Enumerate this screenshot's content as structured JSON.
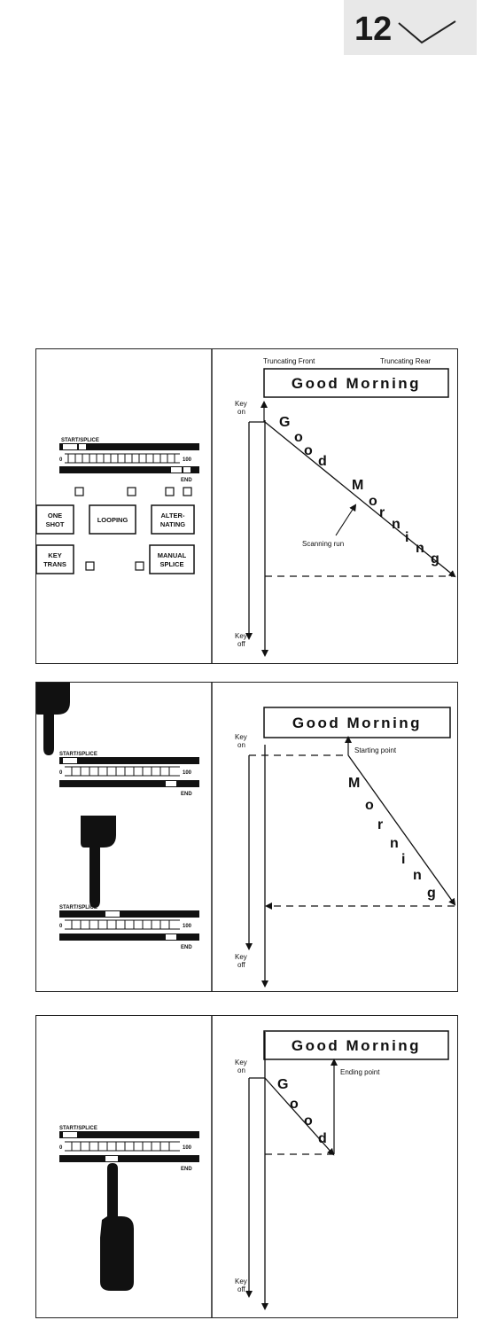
{
  "page_number": "12",
  "panel1": {
    "truncating_front": "Truncating Front",
    "truncating_rear": "Truncating Rear",
    "title": "Good Morning",
    "key_on": [
      "Key",
      "on"
    ],
    "key_off": [
      "Key",
      "off"
    ],
    "scanning_run": "Scanning run",
    "letters": [
      "G",
      "o",
      "o",
      "d",
      "M",
      "o",
      "r",
      "n",
      "i",
      "n",
      "g"
    ],
    "start_splice": "START/SPLICE",
    "scale_min": "0",
    "scale_max": "100",
    "end": "END",
    "buttons": {
      "one_shot": [
        "ONE",
        "SHOT"
      ],
      "looping": "LOOPING",
      "alternating": [
        "ALTER-",
        "NATING"
      ],
      "key_trans": [
        "KEY",
        "TRANS"
      ],
      "manual_splice": [
        "MANUAL",
        "SPLICE"
      ]
    }
  },
  "panel2": {
    "title": "Good Morning",
    "key_on": [
      "Key",
      "on"
    ],
    "key_off": [
      "Key",
      "off"
    ],
    "starting_point": "Starting point",
    "letters": [
      "M",
      "o",
      "r",
      "n",
      "i",
      "n",
      "g"
    ],
    "start_splice": "START/SPLICE",
    "scale_min": "0",
    "scale_max": "100",
    "end": "END"
  },
  "panel3": {
    "title": "Good Morning",
    "key_on": [
      "Key",
      "on"
    ],
    "key_off": [
      "Key",
      "off"
    ],
    "ending_point": "Ending point",
    "letters": [
      "G",
      "o",
      "o",
      "d"
    ],
    "start_splice": "START/SPLICE",
    "scale_min": "0",
    "scale_max": "100",
    "end": "END"
  }
}
